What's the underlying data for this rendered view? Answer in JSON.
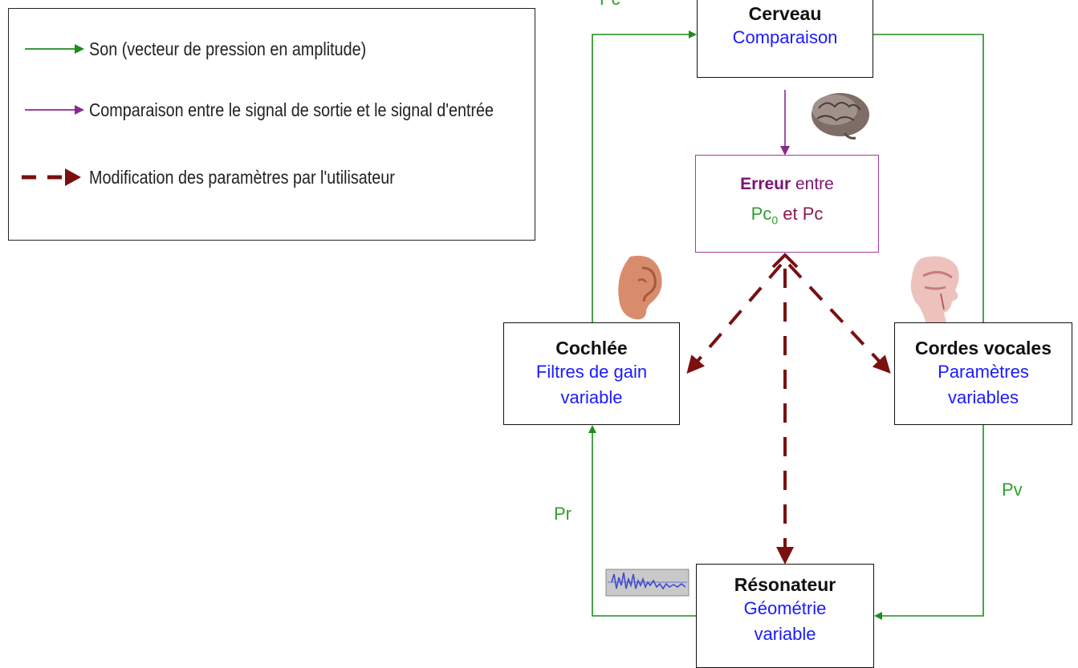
{
  "top_cut_label": "Pc",
  "legend": {
    "items": [
      {
        "text": "Son (vecteur de pression en amplitude)",
        "style": "solid-green"
      },
      {
        "text": "Comparaison entre le signal de sortie et le signal d'entrée",
        "style": "solid-purple"
      },
      {
        "text": "Modification des paramètres par l'utilisateur",
        "style": "dashed-maroon"
      }
    ]
  },
  "nodes": {
    "cerveau": {
      "title": "Cerveau",
      "subtitle": "Comparaison",
      "icon": "brain-icon"
    },
    "erreur": {
      "title_bold": "Erreur",
      "title_rest": " entre",
      "pc0_base": "Pc",
      "pc0_sub": "0",
      "et": " et ",
      "pc": "Pc"
    },
    "cochlee": {
      "title": "Cochlée",
      "subtitle_1": "Filtres de gain",
      "subtitle_2": "variable",
      "icon": "ear-icon"
    },
    "cordes": {
      "title": "Cordes vocales",
      "subtitle_1": "Paramètres",
      "subtitle_2": "variables",
      "icon": "vocal-tract-icon"
    },
    "resonateur": {
      "title": "Résonateur",
      "subtitle_1": "Géométrie",
      "subtitle_2": "variable",
      "icon": "waveform-icon"
    }
  },
  "edge_labels": {
    "pr": "Pr",
    "pv": "Pv"
  },
  "colors": {
    "sound": "#1e8c1e",
    "comparison": "#8a2a8a",
    "modification": "#7a1010",
    "subtitle": "#1a1aff",
    "green_text": "#2e9e2e"
  }
}
